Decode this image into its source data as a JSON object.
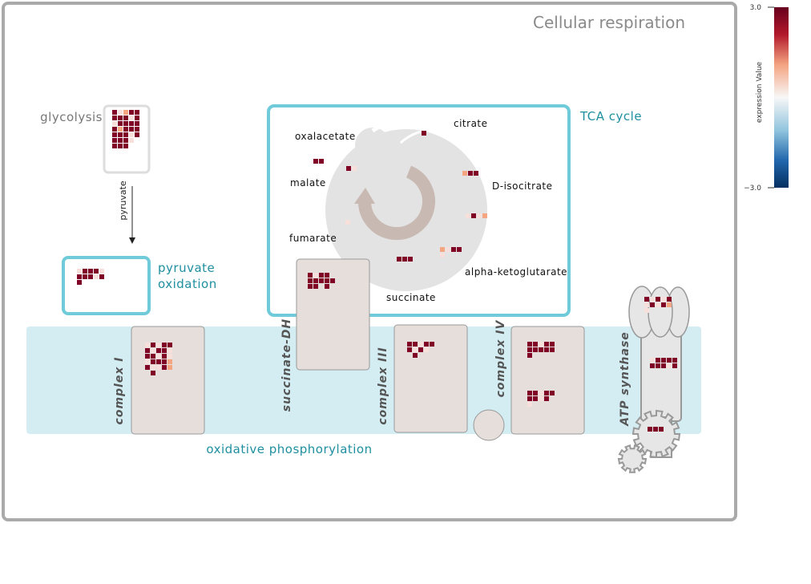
{
  "title": "Cellular respiration",
  "labels": {
    "glycolysis": "glycolysis",
    "pyruvate": "pyruvate",
    "pyruvate_oxidation": [
      "pyruvate",
      "oxidation"
    ],
    "tca_cycle": "TCA cycle",
    "oxphos": "oxidative phosphorylation",
    "metabolites": {
      "citrate": "citrate",
      "oxalacetate": "oxalacetate",
      "malate": "malate",
      "d_isocitrate": "D-isocitrate",
      "fumarate": "fumarate",
      "alpha_ketoglutarate": "alpha-ketoglutarate",
      "succinate": "succinate"
    },
    "complexes": {
      "complex_i": "complex I",
      "succinate_dh": "succinate-DH",
      "complex_iii": "complex III",
      "complex_iv": "complex IV",
      "atp_synthase": "ATP synthase"
    }
  },
  "legend": {
    "max": "3.0",
    "min": "−3.0",
    "label": "expression Value"
  },
  "colors": {
    "frame": "#aaaaaa",
    "teal": "#6fcbd9",
    "teal_text": "#1f8fa0",
    "membrane": "#d3edf3",
    "complex_fill": "#e5dedb",
    "cycle_gray": "#e3e3e3",
    "arrow_tan": "#c9b9b3",
    "high": "#800026",
    "mid_high": "#b2182b",
    "mid": "#f4a582",
    "low": "#f7e0dc"
  }
}
